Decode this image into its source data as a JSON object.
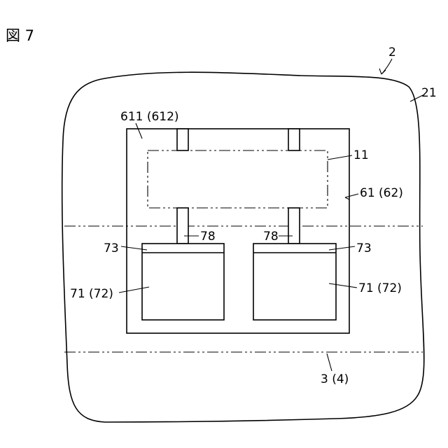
{
  "figure": {
    "title": "図 7",
    "labels": {
      "device": "2",
      "outline": "21",
      "frame_upper": "611 (612)",
      "element": "11",
      "frame": "61 (62)",
      "connector_left": "78",
      "connector_right": "78",
      "cap_left": "73",
      "cap_right": "73",
      "block_left": "71 (72)",
      "block_right": "71 (72)",
      "axis_line": "3 (4)"
    }
  }
}
